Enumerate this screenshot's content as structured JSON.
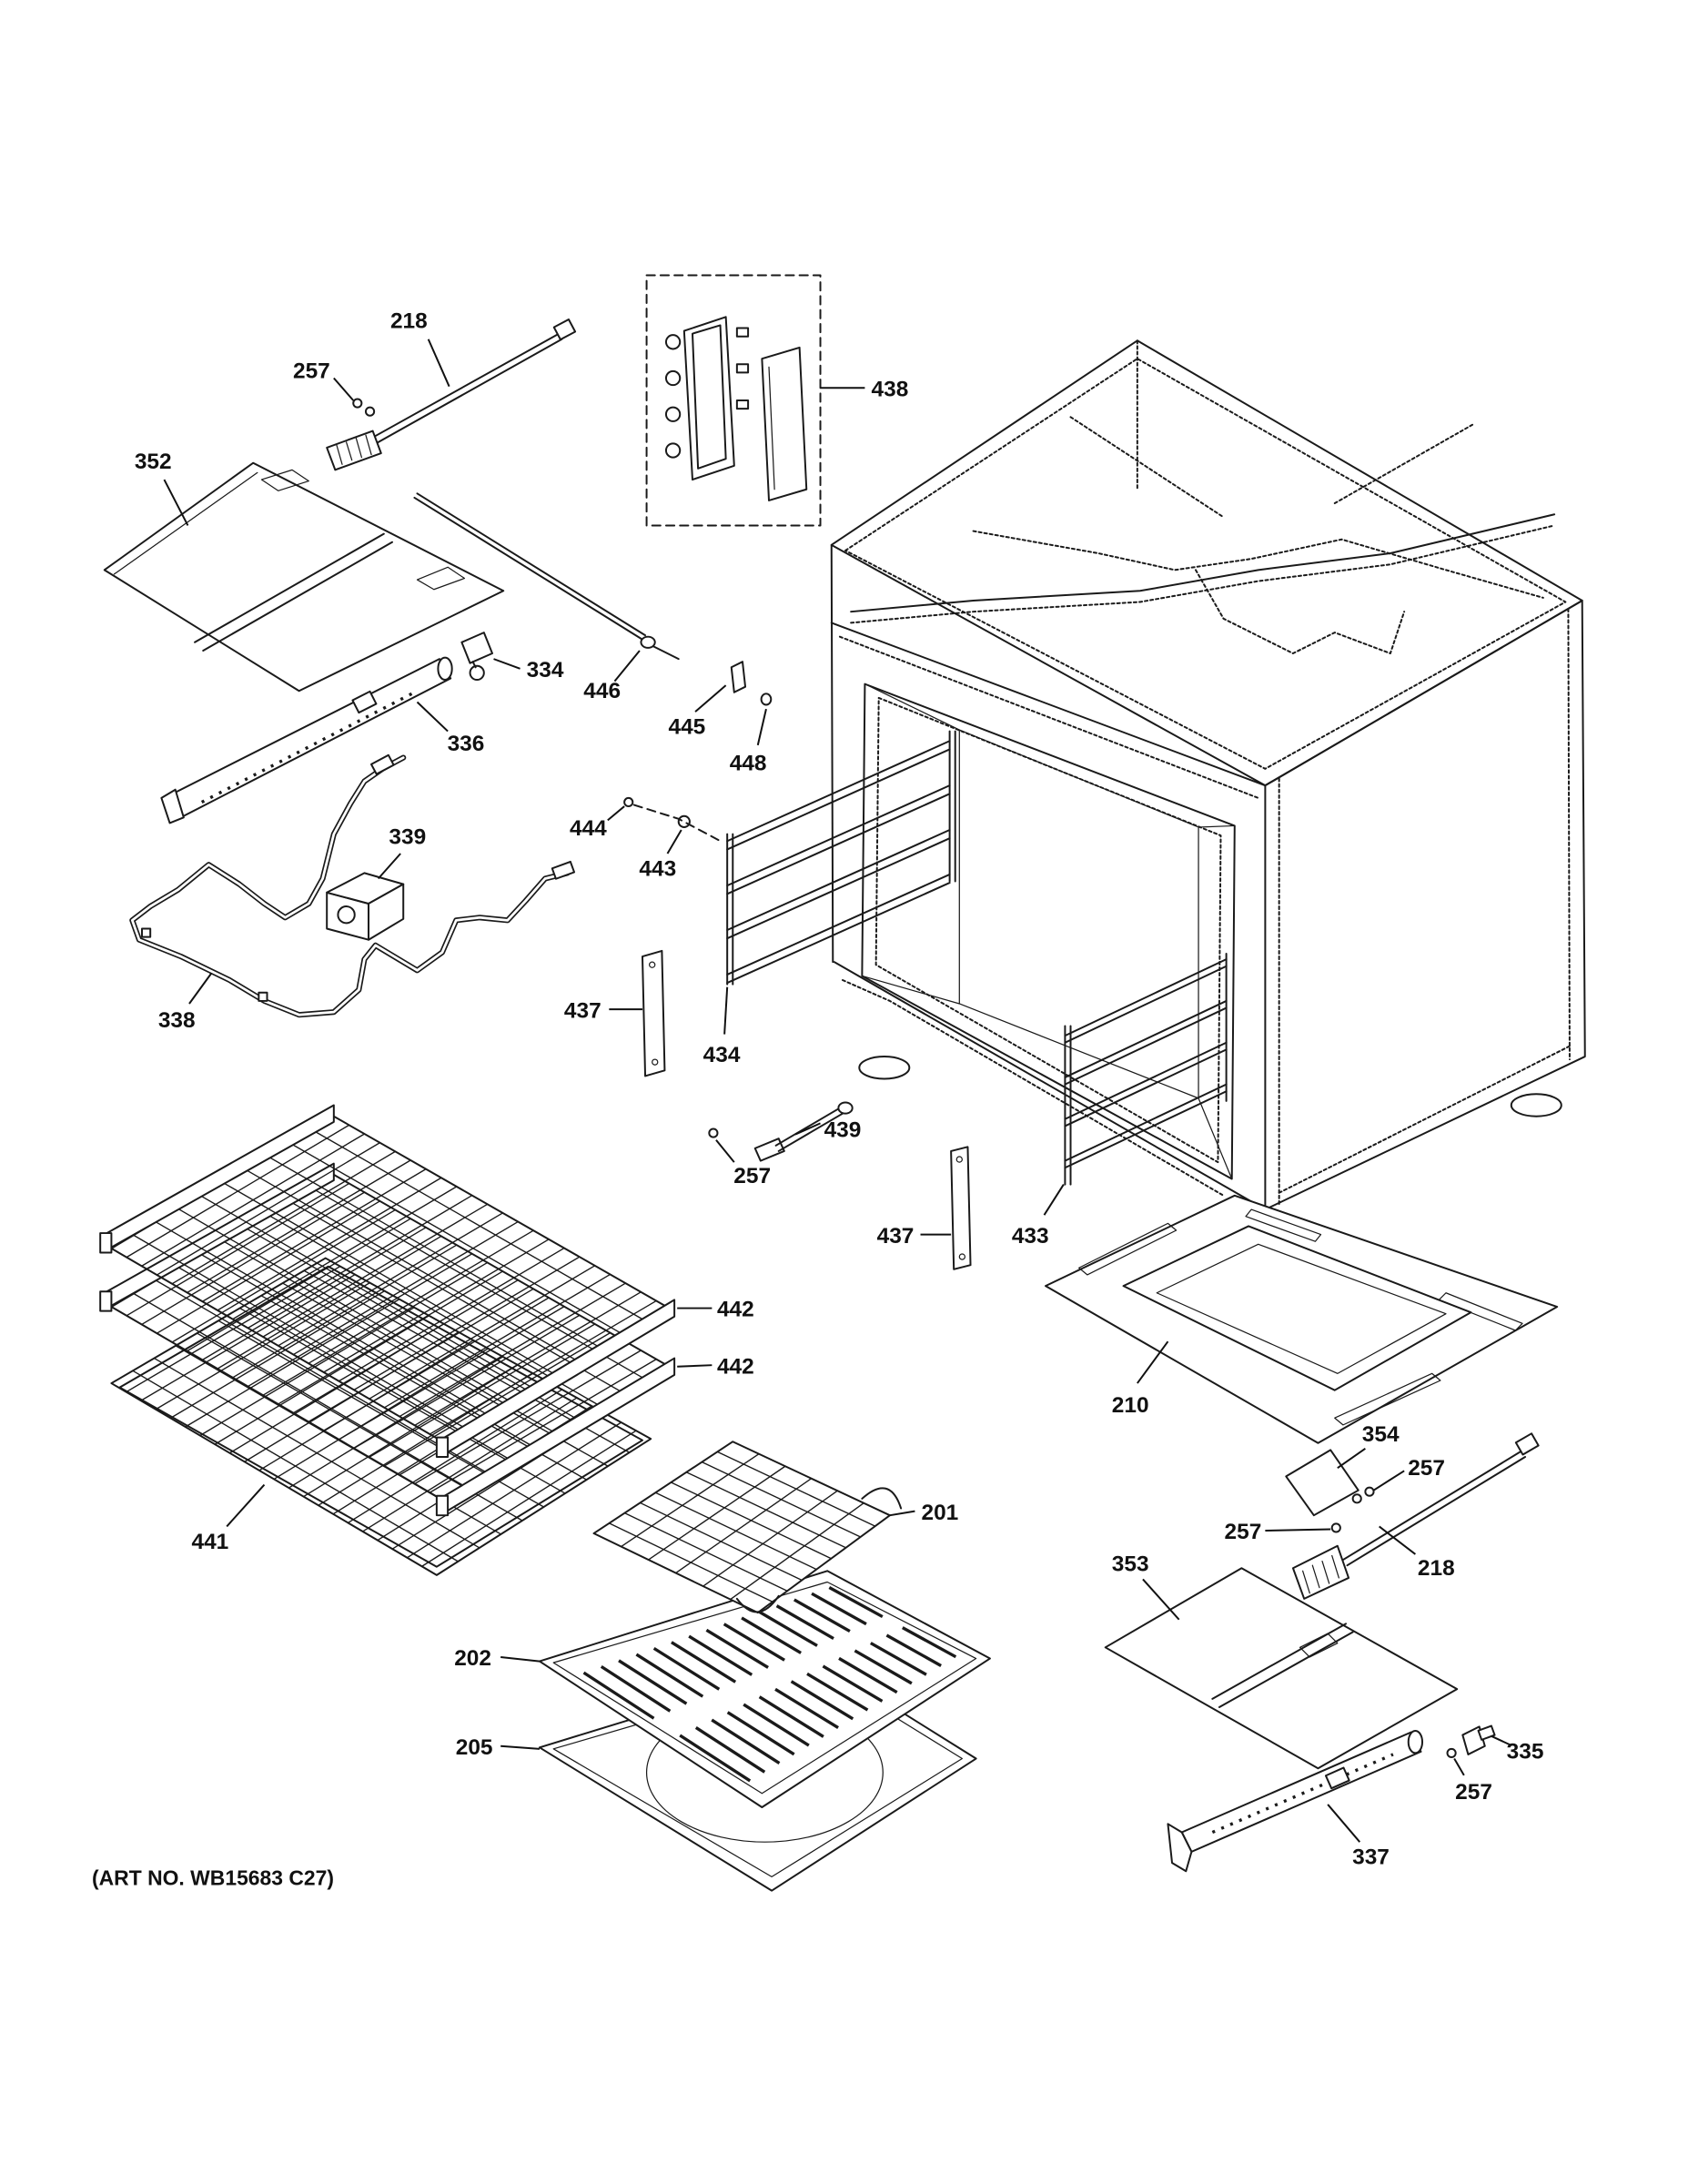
{
  "callouts": [
    "218",
    "257",
    "352",
    "438",
    "334",
    "446",
    "445",
    "336",
    "448",
    "339",
    "444",
    "443",
    "437",
    "338",
    "434",
    "439",
    "257",
    "437",
    "433",
    "442",
    "442",
    "210",
    "354",
    "257",
    "201",
    "441",
    "257",
    "218",
    "353",
    "202",
    "205",
    "335",
    "257",
    "337"
  ],
  "art_number": "(ART NO. WB15683 C27)"
}
